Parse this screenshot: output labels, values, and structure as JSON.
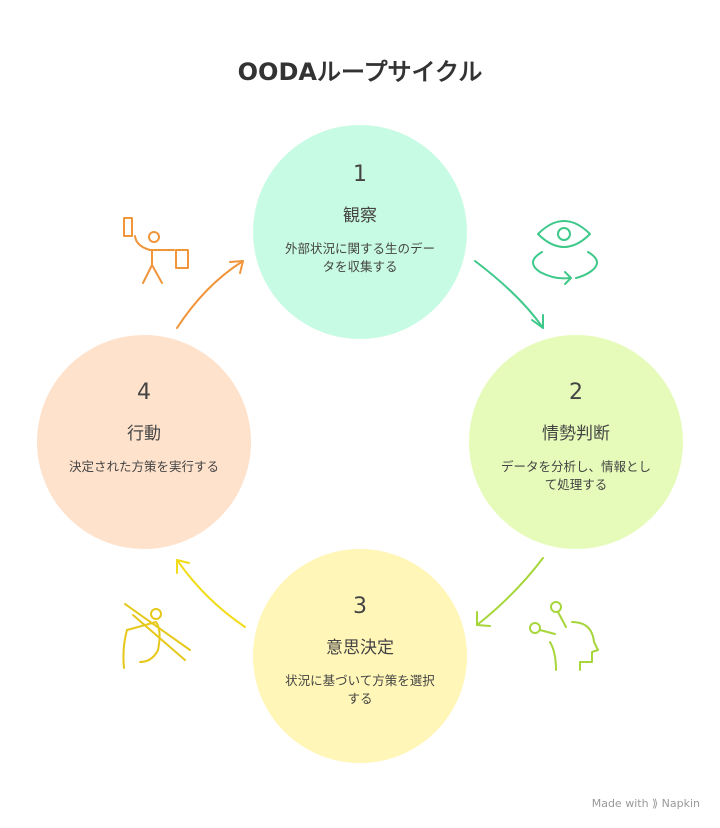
{
  "title": "OODAループサイクル",
  "steps": [
    {
      "number": "1",
      "name": "観察",
      "description": "外部状況に関する生のデータを収集する",
      "color": "#c8fbe3",
      "accent": "#3ec98a"
    },
    {
      "number": "2",
      "name": "情勢判断",
      "description": "データを分析し、情報として処理する",
      "color": "#e6fbb9",
      "accent": "#a6d63a"
    },
    {
      "number": "3",
      "name": "意思決定",
      "description": "状況に基づいて方策を選択する",
      "color": "#fff6b7",
      "accent": "#f2dc1a"
    },
    {
      "number": "4",
      "name": "行動",
      "description": "決定された方策を実行する",
      "color": "#ffe2cc",
      "accent": "#f0953a"
    }
  ],
  "footer": "Made with ⟫ Napkin"
}
